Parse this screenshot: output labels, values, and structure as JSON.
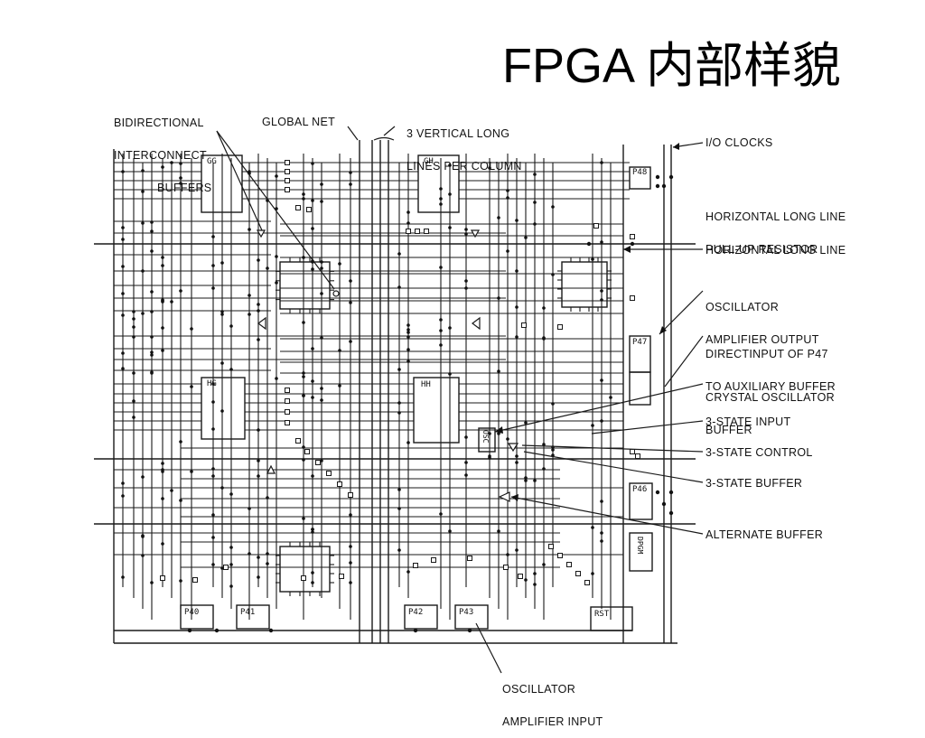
{
  "slide": {
    "title": "FPGA 内部样貌"
  },
  "callouts": {
    "bidir_line1": "BIDIRECTIONAL",
    "bidir_line2": "INTERCONNECT",
    "bidir_line3": "BUFFERS",
    "global_net": "GLOBAL NET",
    "vertical_line1": "3 VERTICAL LONG",
    "vertical_line2": "LINES PER COLUMN",
    "io_clocks": "I/O CLOCKS",
    "hlong_pullup_line1": "HORIZONTAL LONG LINE",
    "hlong_pullup_line2": "PULL-UP RESISTOR",
    "hlong_line": "HORIZONTAL LONG LINE",
    "osc_amp_out_line1": "OSCILLATOR",
    "osc_amp_out_line2": "AMPLIFIER OUTPUT",
    "direct_input_line1": "DIRECTINPUT OF P47",
    "direct_input_line2": "TO AUXILIARY BUFFER",
    "crystal_line1": "CRYSTAL OSCILLATOR",
    "crystal_line2": "BUFFER",
    "tristate_input": "3-STATE INPUT",
    "tristate_control": "3-STATE CONTROL",
    "tristate_buffer": "3-STATE BUFFER",
    "alternate_buffer": "ALTERNATE BUFFER",
    "osc_amp_in_line1": "OSCILLATOR",
    "osc_amp_in_line2": "AMPLIFIER INPUT"
  },
  "blocks": {
    "clb_gg": "GG",
    "clb_gh": "GH",
    "clb_hg": "HG",
    "clb_hh": "HH",
    "pad_p48": "P48",
    "pad_p47": "P47",
    "pad_p46": "P46",
    "pad_p40": "P40",
    "pad_p41": "P41",
    "pad_p42": "P42",
    "pad_p43": "P43",
    "pad_rst": "RST",
    "pad_dpgm": "DPGM",
    "osc_label": "OSC"
  }
}
